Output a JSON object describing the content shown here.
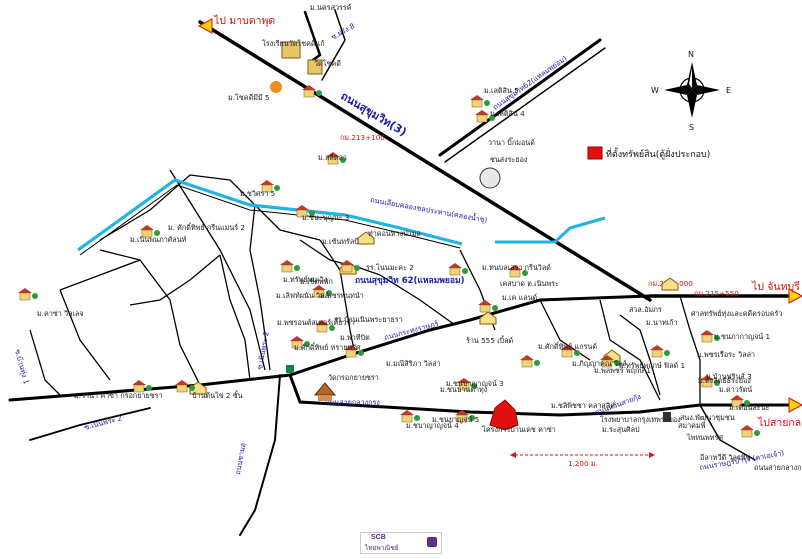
{
  "directions": {
    "to_map_ta_phut": "ไป มาบตาพุด",
    "to_chanthaburi": "ไป จันทบุรี",
    "to_sai_klang": "ไปสายกลาง"
  },
  "compass": {
    "n": "N",
    "s": "S",
    "e": "E",
    "w": "W"
  },
  "legend": {
    "label": "ที่ตั้งทรัพย์สิน(ตู้ฝั่งประกอบ)",
    "color": "#e01010"
  },
  "roads": {
    "sukhumvit_3": "ถนนสุขุมวิท(3)",
    "km_213_100": "กม.213+100",
    "km_215_000": "กม.215+000",
    "km_215_550": "กม.215+550",
    "sukhumvit_road_side": "ถนนสุขุมวิท62(แหลมพยอม)",
    "sukhumvit_62": "ถนนสุขุมวิท 62(แหลมพยอม)",
    "canal_road": "ถนนเลียบคลองชลประทาน(คลองน้ำชุ)",
    "nong_krathum": "ถนนกระทุงราษฎร์",
    "sai_klang_rd": "ถนนสายกลางกรุง",
    "soi_8": "ซ.ฝรั่ง 8",
    "soi_1": "ซ.บ้านทุ่ง 1",
    "soi_2": "ซ.เนินพระ 2",
    "soi_rd2": "ซ.เนินพระ 2",
    "mao_bueng": "ถนนชามอ",
    "rd_right": "ถนนราษฎร์บำรุง (คาเอเจ้า)",
    "rd_soi_ka": "ถนนหวั่นสายกุ้ง",
    "distance": "1,200 ม."
  },
  "places": [
    {
      "label": "ม.นครสวรรค์"
    },
    {
      "label": "โรงเรียนวัดโชคดีแก้"
    },
    {
      "label": "วัดโชคดี"
    },
    {
      "label": "ม.โชคดีมีมี 5"
    },
    {
      "label": "ม.เลติสิน 5"
    },
    {
      "label": "ม.เลติสิน 4"
    },
    {
      "label": "วานา บิ๊กมอนด์"
    },
    {
      "label": "ชนสงระยอง"
    },
    {
      "label": "ม.ลลิตลา"
    },
    {
      "label": "ม.ชวิศรา 5"
    },
    {
      "label": "ม.ชนะนุญนะ 3"
    },
    {
      "label": "ม. ศักดิ์ทิพย์ กรีนแมนร์ 2"
    },
    {
      "label": "ม.เนินพนภาศัลนท์"
    },
    {
      "label": "ม.เซ้นทรัลบี"
    },
    {
      "label": "ท่าคอนทางป่ามล"
    },
    {
      "label": "รร.โนนมะคะ 2"
    },
    {
      "label": "ม.ทรัพย์พนเวิง"
    },
    {
      "label": "ม.เชิดพพัก"
    },
    {
      "label": "ม.เลิฟท์ผนัน วิลล์"
    },
    {
      "label": "ม.พชรพนทนำ"
    },
    {
      "label": "รร.บ้านเนินพระยาธรา"
    },
    {
      "label": "ม.พชรอนต์สเตอร์เคี้ยวจำ"
    },
    {
      "label": "ม.พาทีบิต"
    },
    {
      "label": "ม.ศักดิ์ทิพย์ ทรายทรัศ"
    },
    {
      "label": "วัดกรอกยายชรา"
    },
    {
      "label": "ม.คาซ่า วิลเลจ"
    },
    {
      "label": "ม.วานา คาซา กรอกยายชรา"
    },
    {
      "label": "บ้านต้นไข่ 2 ชั้น"
    },
    {
      "label": "ม.ชนบานดาทุง"
    },
    {
      "label": "ม.ชบาญาญจน์ 4"
    },
    {
      "label": "ม.ชนยาญจน์ 5"
    },
    {
      "label": "ม.ชนบาญาญจน์ 3"
    },
    {
      "label": "ม.มณีสิริภา วิลล่า"
    },
    {
      "label": "ร้าน 555 เบิ้ลด์"
    },
    {
      "label": "โครงการบ้านเดช คาซ่า"
    },
    {
      "label": "ม.ทนบลเสรา กรีนวิลด์"
    },
    {
      "label": "เคสบาด ต.เนินพระ"
    },
    {
      "label": "ม.เค แลนด์"
    },
    {
      "label": "ม.ศักดิ์ทิพย์ แกรนด์"
    },
    {
      "label": "ม.ภิญญาคณ วิลล์"
    },
    {
      "label": "ม.พลพชร พฤกษ์ 1"
    },
    {
      "label": "ม.ทรัพย์พฤกษ์ ฟิลด์ 1"
    },
    {
      "label": "ม.ชลิพิชชา คลาสสิค"
    },
    {
      "label": "โรงพยาบาลกรุงเทพระยอง"
    },
    {
      "label": "ม.ระสุนศิลป"
    },
    {
      "label": "สนง.พัฒนาชุมชน"
    },
    {
      "label": "สวล.อัมภร"
    },
    {
      "label": "ม.นาทเก้า"
    },
    {
      "label": "ศาลทรัพย์ทุ่งและคดีครอบครัว"
    },
    {
      "label": "ม.ชนภากาญจน์ 1"
    },
    {
      "label": "ม.พชรเรือระ วิลล่า"
    },
    {
      "label": "ม.บ้านฟรินส์ 3"
    },
    {
      "label": "ม.ตงลิตธ์ธ์ระยอง"
    },
    {
      "label": "ม.ดาวรัตน์"
    },
    {
      "label": "ม.เดือนละนะ"
    },
    {
      "label": "สมาคมพี่"
    },
    {
      "label": "ไพทนพทรัศ"
    },
    {
      "label": "อีลาทวีดี วิลรทิช"
    },
    {
      "label": "ถนนสายกลางกรุง"
    }
  ],
  "footer": {
    "brand": "SCB",
    "tagline": "ไทยพาณิชย์"
  }
}
